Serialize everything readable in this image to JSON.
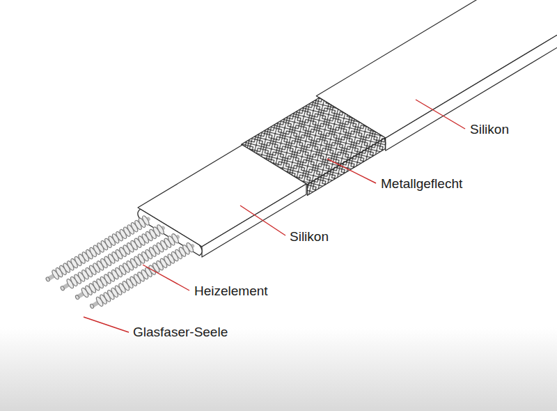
{
  "diagram": {
    "labels": [
      "Silikon",
      "Metallgeflecht",
      "Silikon",
      "Heizelement",
      "Glasfaser-Seele"
    ]
  }
}
